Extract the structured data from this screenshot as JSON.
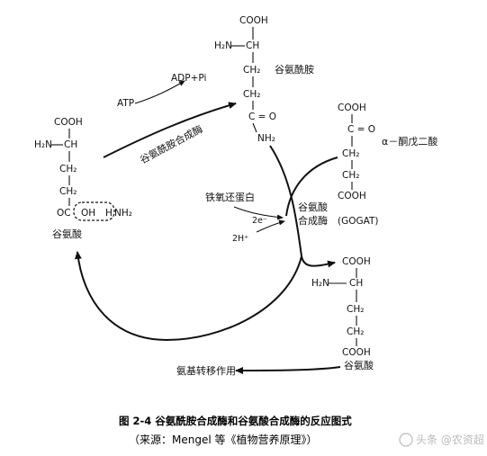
{
  "glutamine": {
    "name": "谷氨酰胺",
    "cooh": "COOH",
    "nh2_group": "H₂N",
    "ch": "CH",
    "ch2_a": "CH₂",
    "ch2_b": "CH₂",
    "c_eq_o": "C = O",
    "amide_nh2": "NH₂"
  },
  "glutamate_left": {
    "name": "谷氨酸",
    "cooh": "COOH",
    "nh2_group": "H₂N",
    "ch": "CH",
    "ch2_a": "CH₂",
    "ch2_b": "CH₂",
    "oc_prefix": "OC",
    "oh": "OH",
    "h": "H",
    "nh2": "NH₂"
  },
  "ketoglutarate": {
    "name": "α－酮戊二酸",
    "cooh_top": "COOH",
    "c_eq_o": "C = O",
    "ch2_a": "CH₂",
    "ch2_b": "CH₂",
    "cooh_bottom": "COOH"
  },
  "glutamate_right": {
    "name": "谷氨酸",
    "cooh_top": "COOH",
    "nh2_group": "H₂N",
    "ch": "CH",
    "ch2_a": "CH₂",
    "ch2_b": "CH₂",
    "cooh_bottom": "COOH"
  },
  "reaction": {
    "atp": "ATP",
    "adp": "ADP+Pi",
    "gs_enzyme": "谷氨酰胺合成酶",
    "ferredoxin": "铁氧还蛋白",
    "electrons": "2e⁻",
    "protons": "2H⁺",
    "gogat_line1": "谷氨酸",
    "gogat_line2": "合成酶",
    "gogat_abbr": "(GOGAT)",
    "transamination": "氨基转移作用"
  },
  "caption": "图 2-4  谷氨酰胺合成酶和谷氨酸合成酶的反应图式",
  "source": "（来源：Mengel 等《植物营养原理》）",
  "watermark": "头条 @农资超"
}
